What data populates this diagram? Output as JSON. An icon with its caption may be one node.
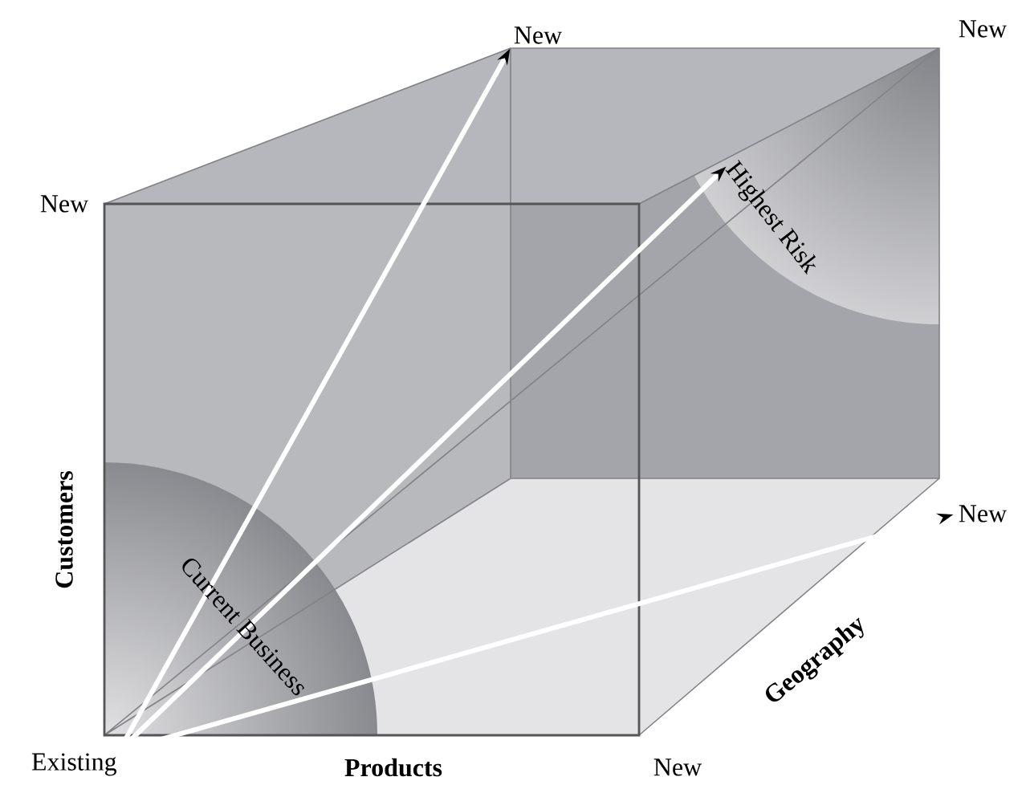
{
  "diagram": {
    "nodes": [
      {
        "text": [
          "Existing"
        ]
      },
      {
        "text": [
          "New"
        ]
      },
      {
        "text": [
          "Highest Risk"
        ]
      },
      {
        "text": [
          "New"
        ]
      }
    ],
    "edges": [
      {
        "from": 0,
        "to": 1,
        "arrow": "to"
      },
      {
        "from": 0,
        "to": 2,
        "arrow": "to"
      },
      {
        "from": 0,
        "to": 3,
        "arrow": "to"
      }
    ],
    "labels": [
      "New",
      "New",
      "Customers",
      "Current Business",
      "Products",
      "New",
      "Geography"
    ]
  }
}
